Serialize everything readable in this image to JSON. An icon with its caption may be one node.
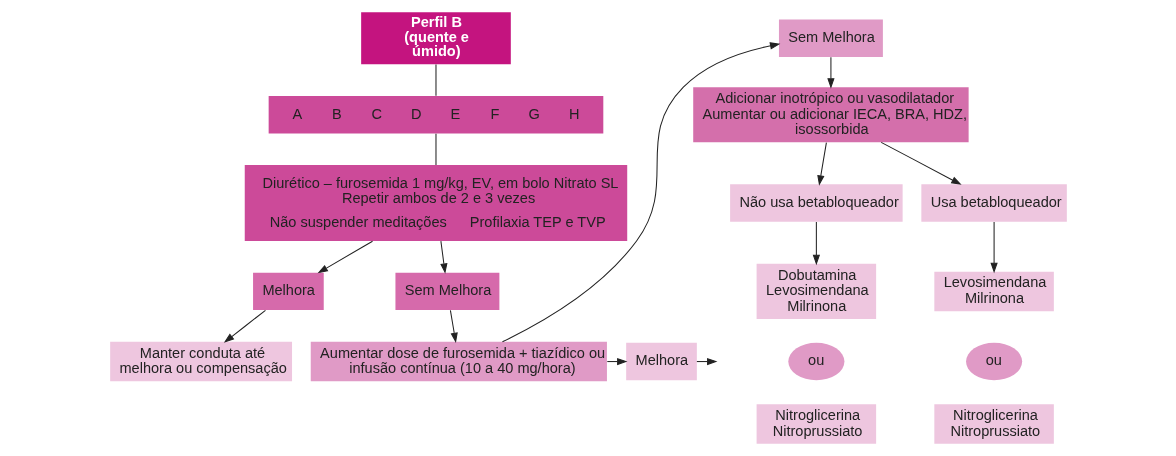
{
  "diagram": {
    "nodes": [
      {
        "text": [
          "Perfil B (quente e úmido)"
        ]
      },
      {
        "text": [
          "A",
          "B",
          "C",
          "D",
          "E",
          "F",
          "G",
          "H"
        ]
      },
      {
        "text": [
          "Diurético – furosemida 1 mg/kg, EV, em bolo Nitrato SL Repetir ambos de 2 e 3 vezes",
          "Não suspender meditações",
          "Profilaxia TEP e TVP"
        ]
      },
      {
        "text": [
          "Melhora"
        ]
      },
      {
        "text": [
          "Sem Melhora"
        ]
      },
      {
        "text": [
          "Aumentar dose de furosemida + tiazídico ou infusão contínua (10 a 40 mg/hora)"
        ]
      },
      {
        "text": [
          "Melhora"
        ]
      },
      {
        "text": [
          "Manter conduta até melhora ou compensação"
        ]
      },
      {
        "text": [
          "Sem Melhora"
        ]
      },
      {
        "text": [
          "Adicionar inotrópico ou vasodilatador Aumentar ou adicionar IECA, BRA, HDZ, isossorbida"
        ]
      },
      {
        "text": [
          "Não usa betabloqueador"
        ]
      },
      {
        "text": [
          "Usa betabloqueador"
        ]
      },
      {
        "text": [
          "Dobutamina Levosimendana Milrinona"
        ]
      },
      {
        "text": [
          "ou"
        ]
      },
      {
        "text": [
          "Nitroglicerina Nitroprussiato"
        ]
      },
      {
        "text": [
          "Levosimendana Milrinona"
        ]
      },
      {
        "text": [
          "ou"
        ]
      },
      {
        "text": [
          "Nitroglicerina Nitroprussiato"
        ]
      }
    ],
    "edges": [
      {
        "from": 0,
        "to": 1,
        "arrow": "none"
      },
      {
        "from": 1,
        "to": 2,
        "arrow": "none"
      },
      {
        "from": 2,
        "to": 3,
        "arrow": "to"
      },
      {
        "from": 2,
        "to": 4,
        "arrow": "to"
      },
      {
        "from": 3,
        "to": 7,
        "arrow": "to"
      },
      {
        "from": 4,
        "to": 5,
        "arrow": "to"
      },
      {
        "from": 5,
        "to": 6,
        "arrow": "to"
      },
      {
        "from": 6,
        "to": null,
        "arrow": "to"
      },
      {
        "from": 5,
        "to": 8,
        "arrow": "to"
      },
      {
        "from": 8,
        "to": 9,
        "arrow": "to"
      },
      {
        "from": 9,
        "to": 10,
        "arrow": "to"
      },
      {
        "from": 9,
        "to": 11,
        "arrow": "to"
      },
      {
        "from": 10,
        "to": 12,
        "arrow": "to"
      },
      {
        "from": 11,
        "to": 15,
        "arrow": "to"
      }
    ]
  }
}
